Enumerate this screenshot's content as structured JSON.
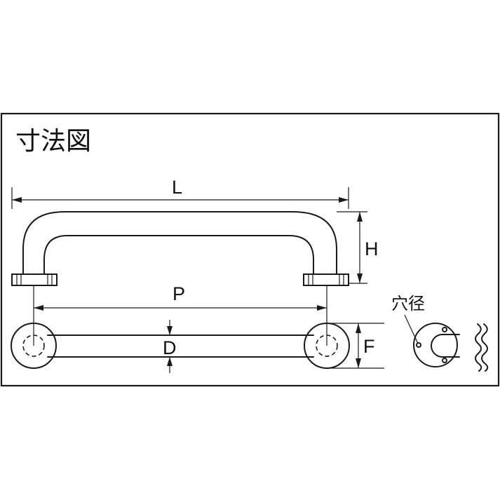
{
  "title": "寸法図",
  "dimensions": {
    "length": "L",
    "height": "H",
    "pitch": "P",
    "diameter": "D",
    "flange": "F"
  },
  "hole_label": "穴径",
  "colors": {
    "line": "#1a1a1a",
    "background": "#ffffff"
  }
}
